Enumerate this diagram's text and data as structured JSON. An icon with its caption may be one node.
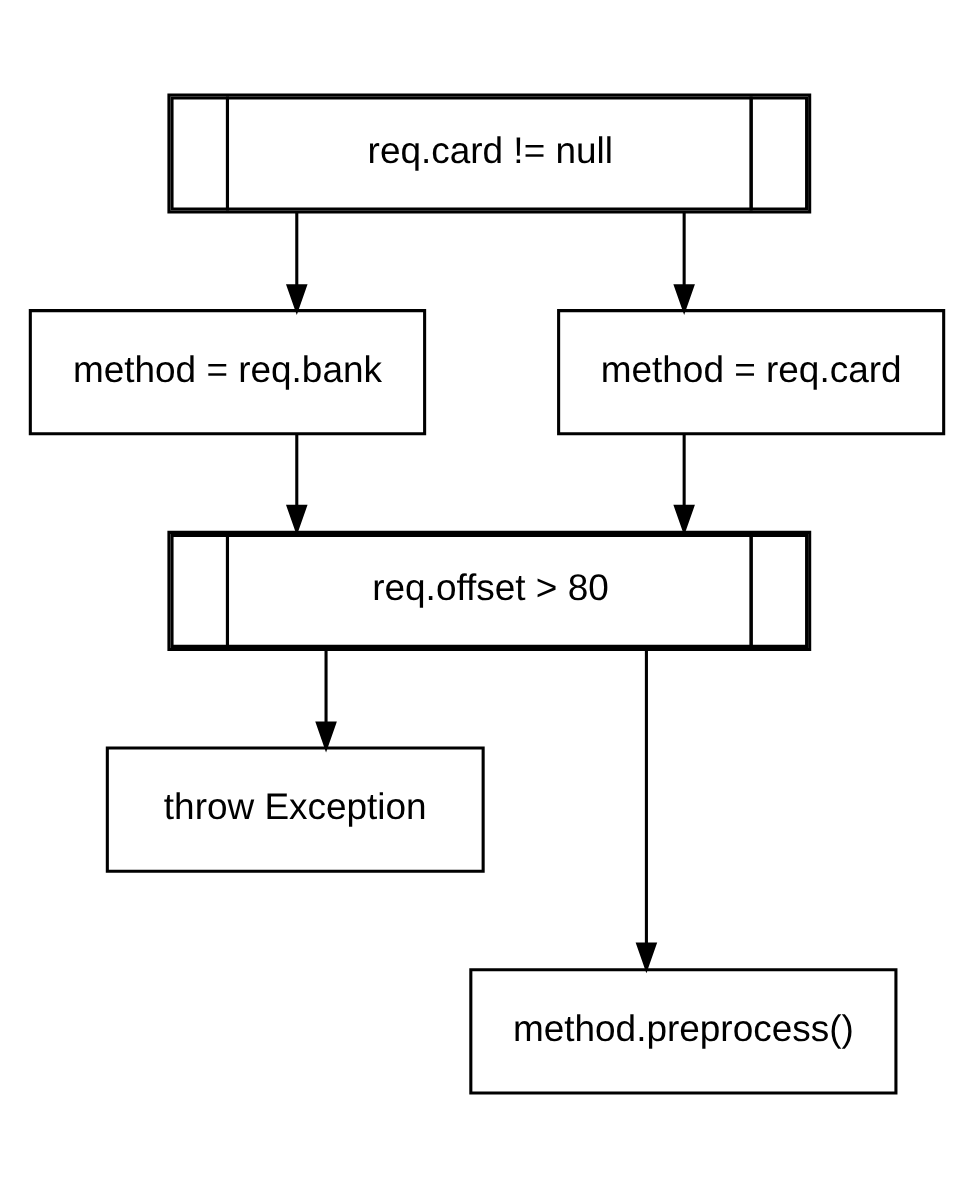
{
  "diagram": {
    "nodes": [
      {
        "text": [
          "req.card != null"
        ]
      },
      {
        "text": [
          "method = req.bank"
        ]
      },
      {
        "text": [
          "method = req.card"
        ]
      },
      {
        "text": [
          "req.offset > 80"
        ]
      },
      {
        "text": [
          "throw Exception"
        ]
      },
      {
        "text": [
          "method.preprocess()"
        ]
      }
    ],
    "edges": [
      {
        "from": 0,
        "to": 1,
        "arrow": "to"
      },
      {
        "from": 0,
        "to": 2,
        "arrow": "to"
      },
      {
        "from": 1,
        "to": 3,
        "arrow": "to"
      },
      {
        "from": 2,
        "to": 3,
        "arrow": "to"
      },
      {
        "from": 3,
        "to": 4,
        "arrow": "to"
      },
      {
        "from": 3,
        "to": 5,
        "arrow": "to"
      }
    ]
  }
}
